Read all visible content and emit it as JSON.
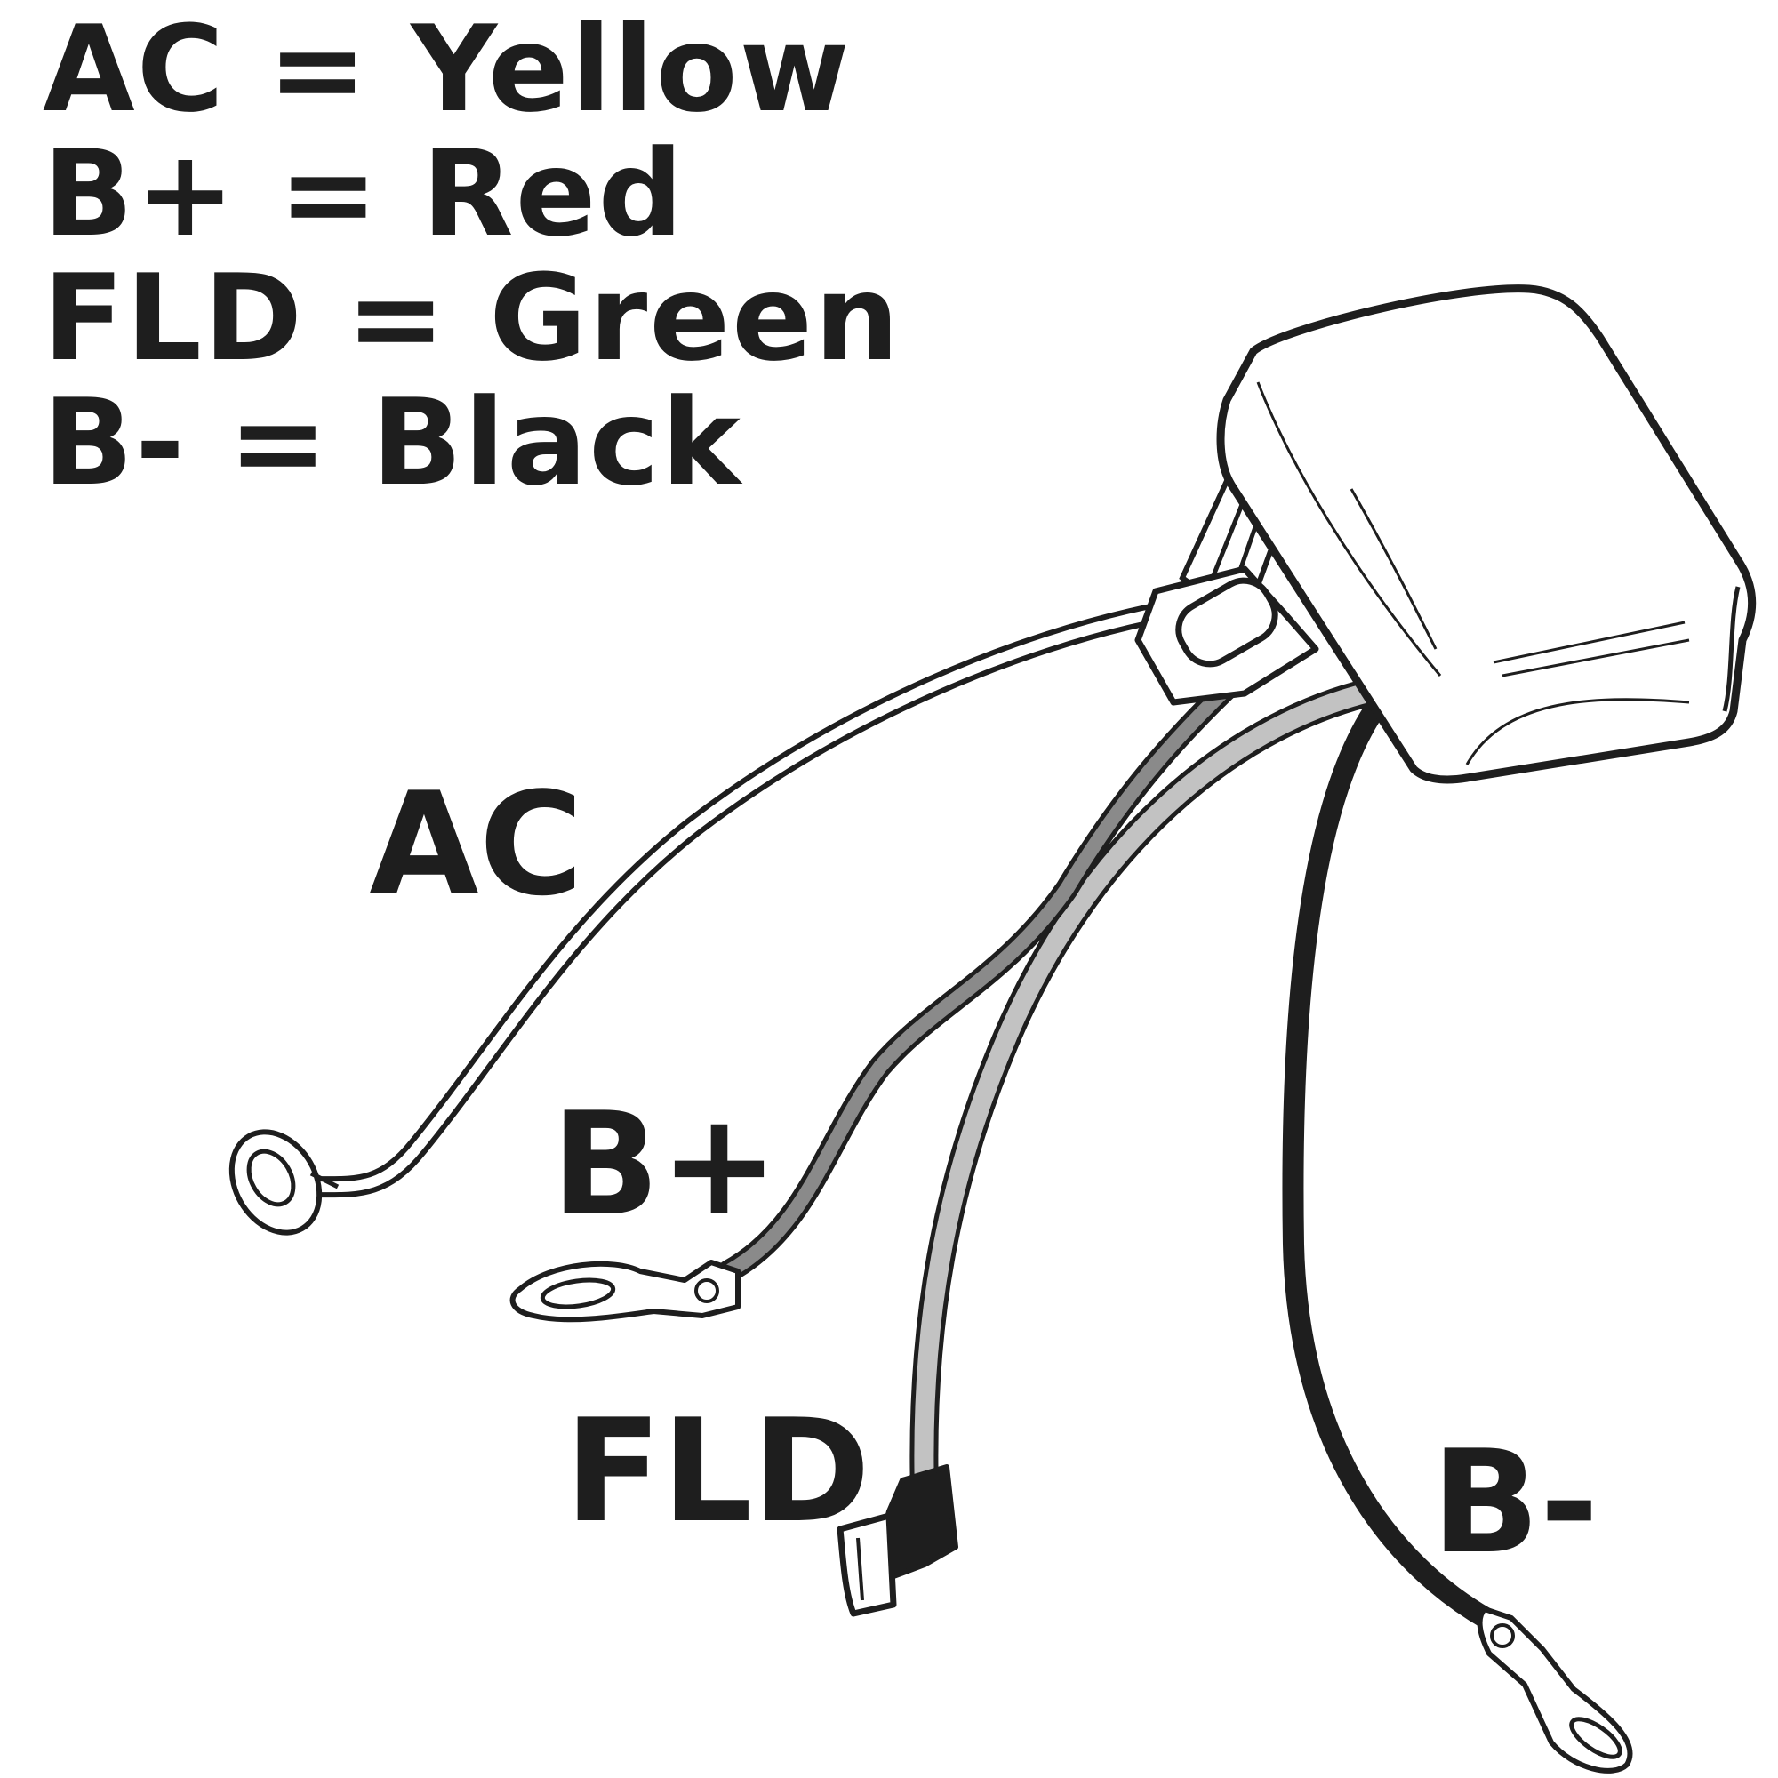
{
  "legend": [
    {
      "wire": "AC",
      "equals": "=",
      "color_name": "Yellow"
    },
    {
      "wire": "B+",
      "equals": "=",
      "color_name": "Red"
    },
    {
      "wire": "FLD",
      "equals": "=",
      "color_name": "Green"
    },
    {
      "wire": "B-",
      "equals": "=",
      "color_name": "Black"
    }
  ],
  "wire_labels": {
    "ac": "AC",
    "b_plus": "B+",
    "fld": "FLD",
    "b_minus": "B-"
  },
  "colors": {
    "outline": "#1e1e1e",
    "ac_wire_fill": "#ffffff",
    "b_plus_wire_fill": "#8a8a8a",
    "fld_wire_fill": "#c2c2c2",
    "b_minus_wire_fill": "#1e1e1e",
    "module_fill": "#ffffff"
  }
}
